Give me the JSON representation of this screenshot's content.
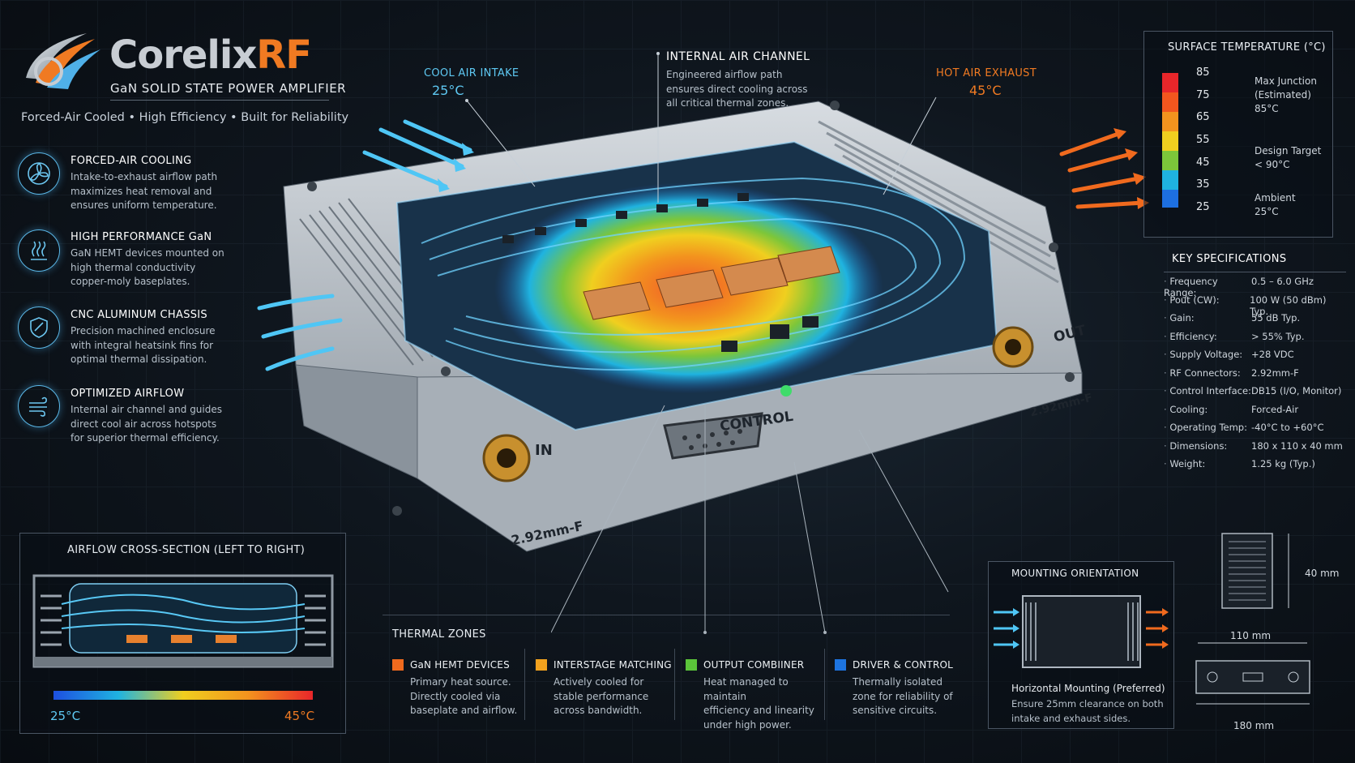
{
  "brand": {
    "name_main": "Corelix",
    "name_accent": "RF",
    "subtitle": "GaN SOLID STATE POWER AMPLIFIER",
    "tagline": "Forced-Air Cooled  •  High Efficiency  •  Built for Reliability"
  },
  "features": [
    {
      "icon": "fan-icon",
      "title": "FORCED-AIR COOLING",
      "body": "Intake-to-exhaust airflow path maximizes heat removal and ensures uniform temperature."
    },
    {
      "icon": "heat-waves-icon",
      "title": "HIGH PERFORMANCE GaN",
      "body": "GaN HEMT devices mounted on high thermal conductivity copper-moly baseplates."
    },
    {
      "icon": "shield-icon",
      "title": "CNC ALUMINUM CHASSIS",
      "body": "Precision machined enclosure with integral heatsink fins for optimal thermal dissipation."
    },
    {
      "icon": "wind-icon",
      "title": "OPTIMIZED AIRFLOW",
      "body": "Internal air channel and guides direct cool air across hotspots for superior thermal efficiency."
    }
  ],
  "callouts": {
    "intake_title": "COOL AIR INTAKE",
    "intake_temp": "25°C",
    "channel_title": "INTERNAL AIR CHANNEL",
    "channel_body": "Engineered airflow path ensures direct cooling across all critical thermal zones.",
    "exhaust_title": "HOT AIR EXHAUST",
    "exhaust_temp": "45°C"
  },
  "device_labels": {
    "in": "IN",
    "in_conn": "2.92mm-F",
    "out": "OUT",
    "out_conn": "2.92mm-F",
    "control": "CONTROL"
  },
  "temp_scale": {
    "title": "SURFACE TEMPERATURE (°C)",
    "ticks": [
      "85",
      "75",
      "65",
      "55",
      "45",
      "35",
      "25"
    ],
    "colors": [
      "#e8262a",
      "#f2561e",
      "#f3931e",
      "#f0cf1f",
      "#7cc63a",
      "#1fb3e0",
      "#1d6fe0"
    ],
    "notes": [
      {
        "label": "Max Junction",
        "sub": "(Estimated)",
        "value": "85°C"
      },
      {
        "label": "Design Target",
        "value": "< 90°C"
      },
      {
        "label": "Ambient",
        "value": "25°C"
      }
    ]
  },
  "specs": {
    "title": "KEY SPECIFICATIONS",
    "rows": [
      {
        "k": "Frequency Range:",
        "v": "0.5 – 6.0 GHz"
      },
      {
        "k": "Pout (CW):",
        "v": "100 W (50 dBm) Typ."
      },
      {
        "k": "Gain:",
        "v": "55 dB Typ."
      },
      {
        "k": "Efficiency:",
        "v": "> 55% Typ."
      },
      {
        "k": "Supply Voltage:",
        "v": "+28 VDC"
      },
      {
        "k": "RF Connectors:",
        "v": "2.92mm-F"
      },
      {
        "k": "Control Interface:",
        "v": "DB15 (I/O, Monitor)"
      },
      {
        "k": "Cooling:",
        "v": "Forced-Air"
      },
      {
        "k": "Operating Temp:",
        "v": "-40°C to +60°C"
      },
      {
        "k": "Dimensions:",
        "v": "180 x 110 x 40 mm"
      },
      {
        "k": "Weight:",
        "v": "1.25 kg (Typ.)"
      }
    ]
  },
  "cross_section": {
    "title": "AIRFLOW CROSS-SECTION  (LEFT TO RIGHT)",
    "low": "25°C",
    "high": "45°C"
  },
  "thermal_zones": {
    "title": "THERMAL ZONES",
    "zones": [
      {
        "color": "#f06a1e",
        "title": "GaN HEMT DEVICES",
        "body": [
          "Primary heat source.",
          "Directly cooled via",
          "baseplate and airflow."
        ]
      },
      {
        "color": "#f2a21e",
        "title": "INTERSTAGE MATCHING",
        "body": [
          "Actively cooled for",
          "stable performance",
          "across bandwidth."
        ]
      },
      {
        "color": "#5bc43a",
        "title": "OUTPUT COMBIINER",
        "body": [
          "Heat managed to maintain",
          "efficiency and linearity",
          "under high power."
        ]
      },
      {
        "color": "#1d74e0",
        "title": "DRIVER & CONTROL",
        "body": [
          "Thermally isolated",
          "zone for reliability of",
          "sensitive circuits."
        ]
      }
    ]
  },
  "mounting": {
    "title": "MOUNTING ORIENTATION",
    "caption": "Horizontal Mounting (Preferred)",
    "note": [
      "Ensure 25mm clearance on both",
      "intake and exhaust sides."
    ],
    "dims": {
      "height": "40 mm",
      "depth": "110 mm",
      "width": "180 mm"
    }
  }
}
